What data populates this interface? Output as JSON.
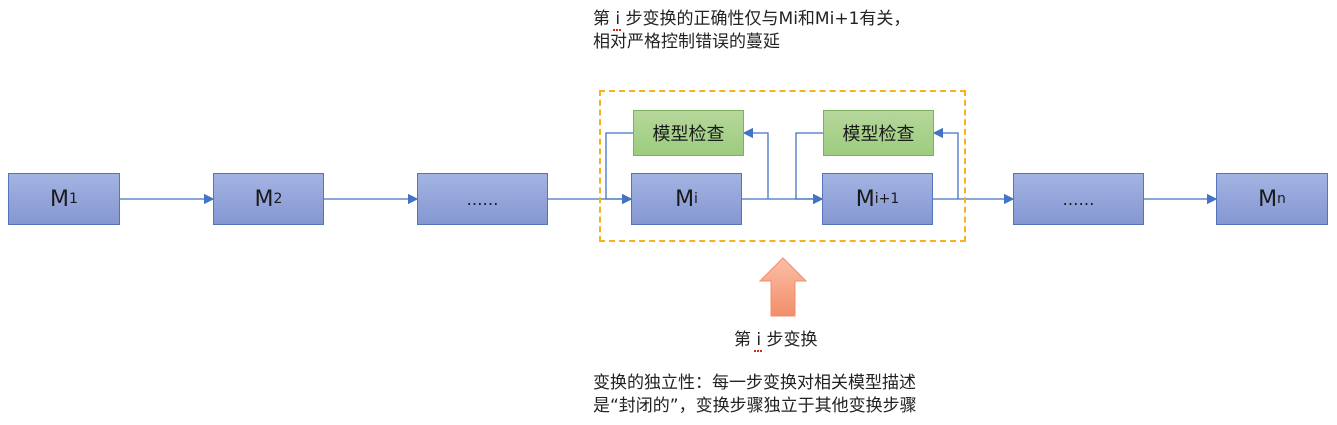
{
  "top_note": {
    "line1_prefix": "第 ",
    "line1_i": "i",
    "line1_rest": " 步变换的正确性仅与Mi和Mi+1有关，",
    "line2": "相对严格控制错误的蔓延"
  },
  "boxes": {
    "m1": {
      "base": "M",
      "sub": "1"
    },
    "m2": {
      "base": "M",
      "sub": "2"
    },
    "dots_left": "……",
    "mi": {
      "base": "M",
      "sub": "i"
    },
    "mi1": {
      "base": "M",
      "sub": "i+1"
    },
    "dots_right": "……",
    "mn": {
      "base": "M",
      "sub": "n"
    }
  },
  "checks": {
    "left": "模型检查",
    "right": "模型检查"
  },
  "step_label": {
    "prefix": "第 ",
    "i": "i",
    "rest": " 步变换"
  },
  "bottom_note": {
    "line1": "变换的独立性：每一步变换对相关模型描述",
    "line2": "是“封闭的”，变换步骤独立于其他变换步骤"
  },
  "colors": {
    "box_fill": "#8fa1d8",
    "box_border": "#5773b9",
    "check_fill": "#a9d18e",
    "dashed_border": "#f5b21a",
    "arrow_color": "#4472c4",
    "up_arrow_fill": "#f6a98d"
  }
}
